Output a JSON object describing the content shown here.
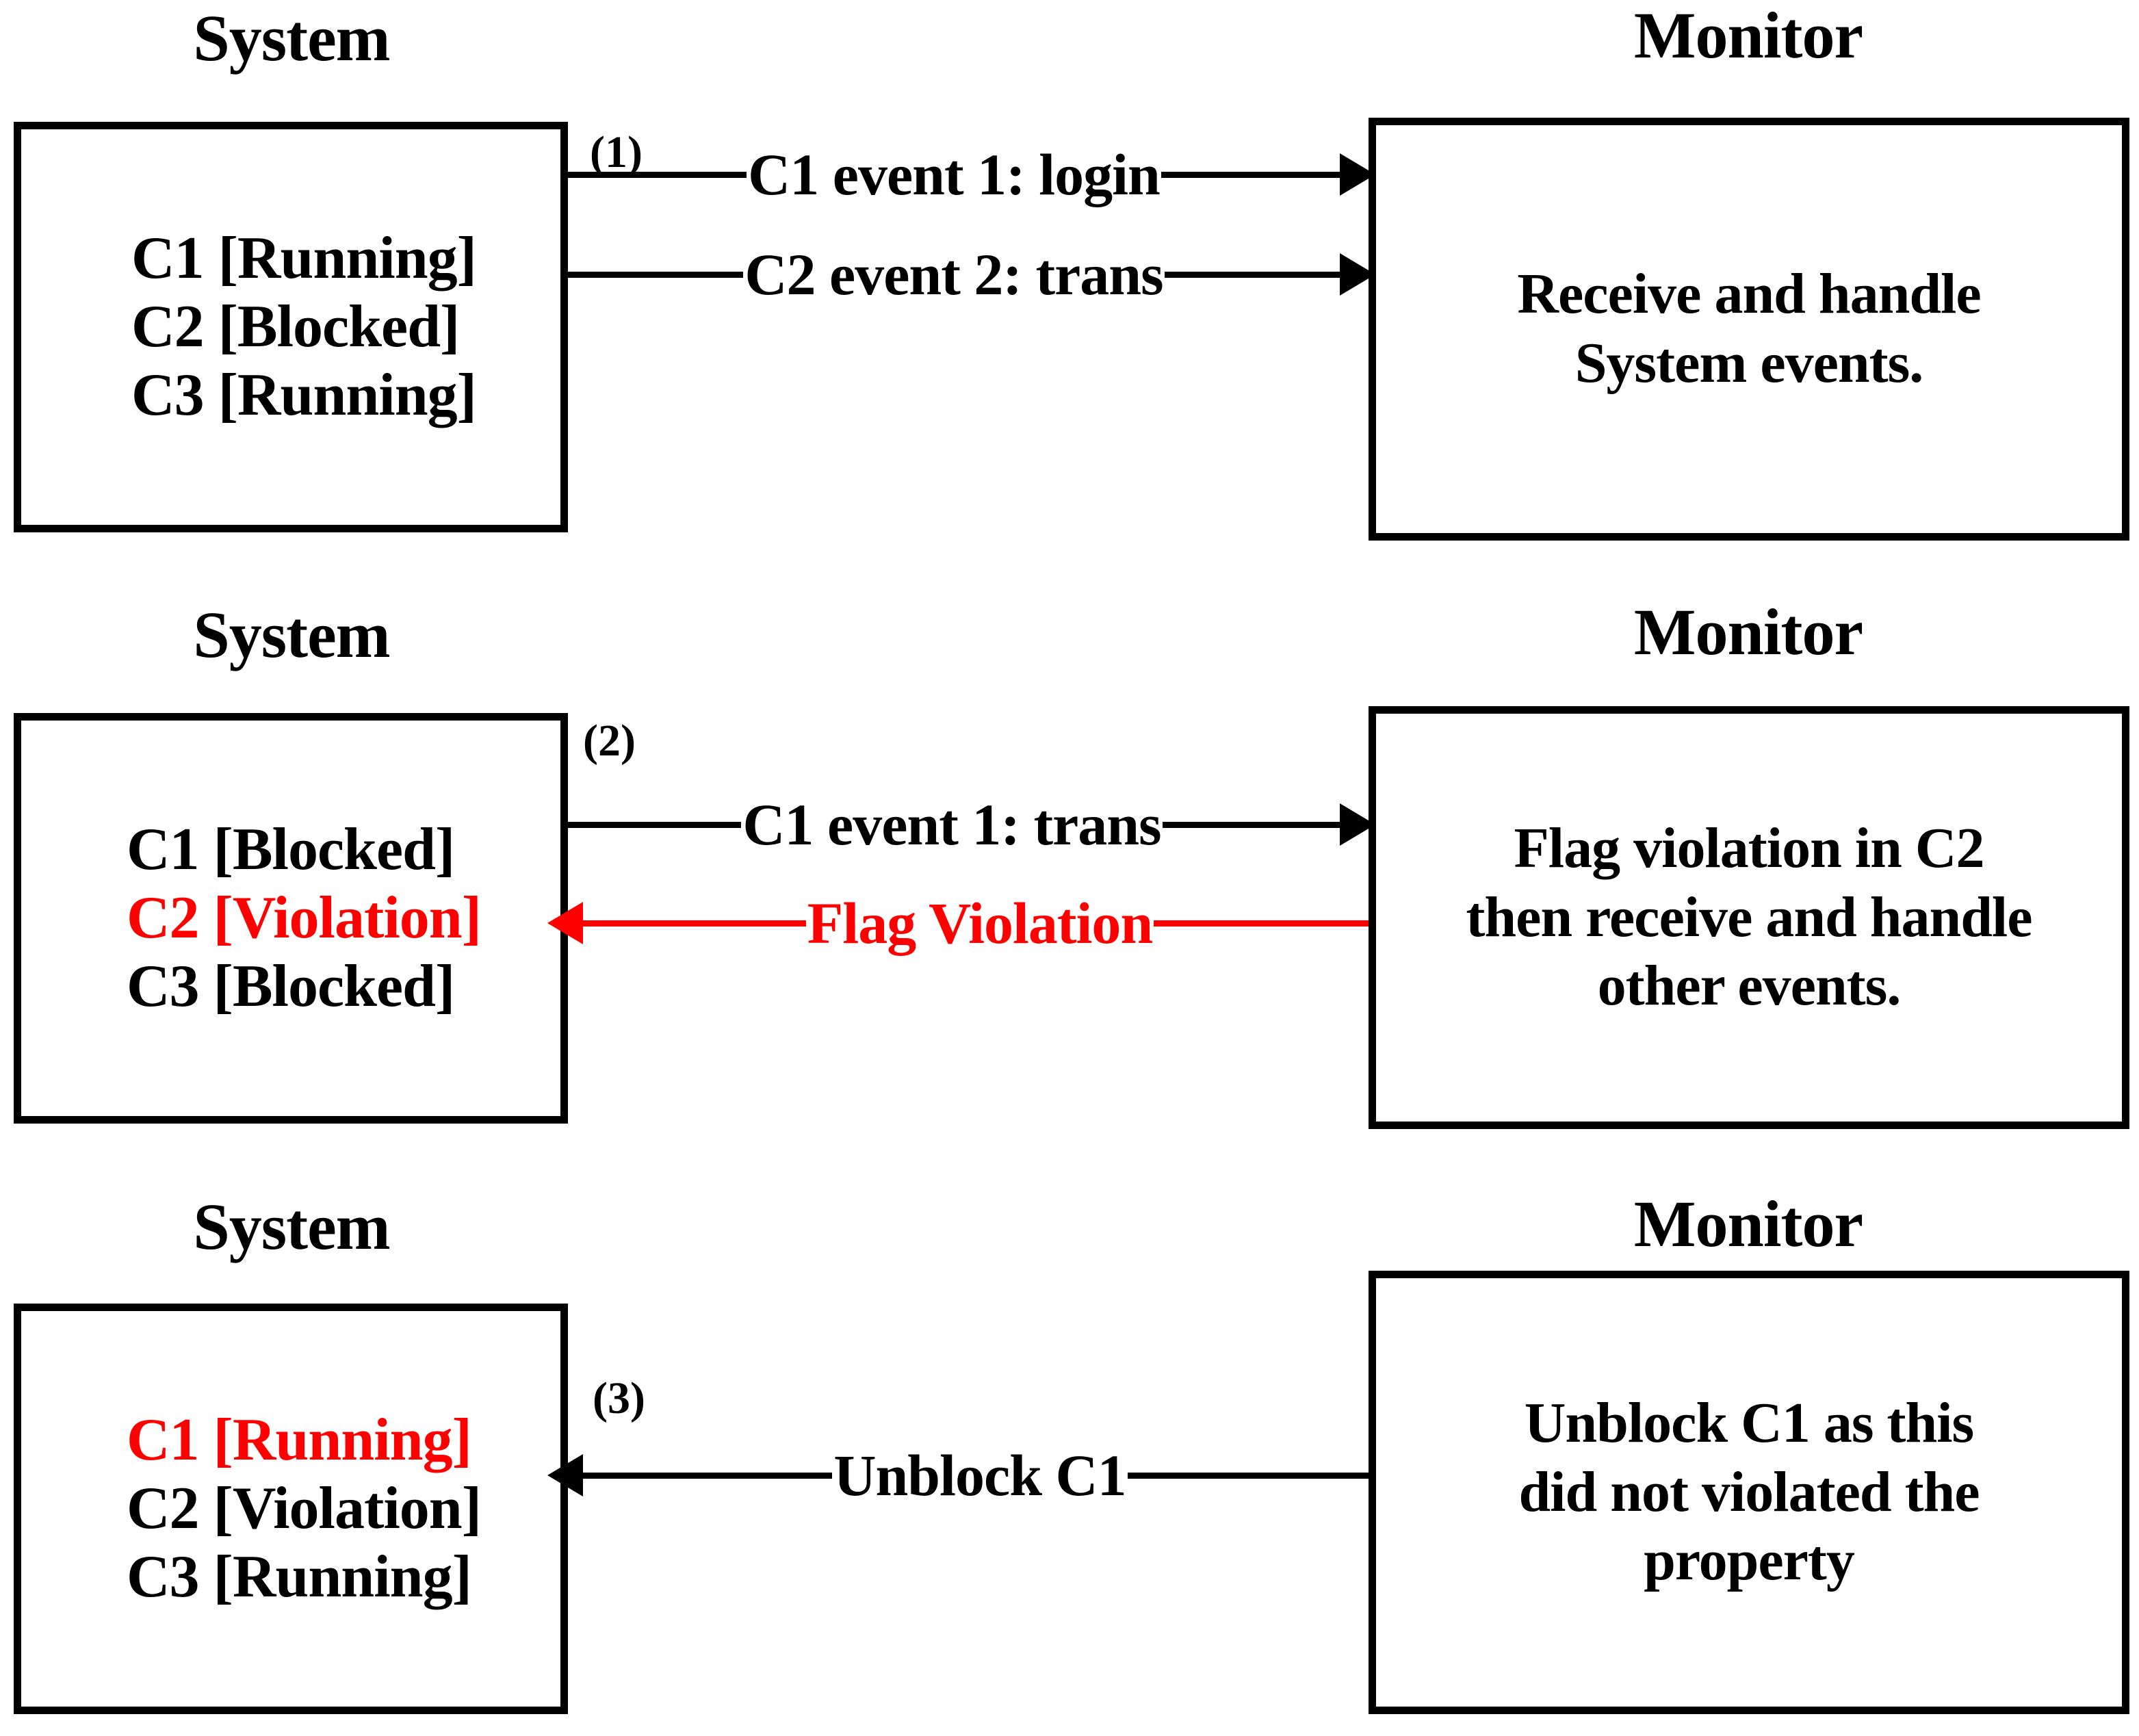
{
  "colors": {
    "line": "#000000",
    "accent_red": "#FF0000",
    "background": "#FFFFFF"
  },
  "headings": {
    "system": "System",
    "monitor": "Monitor"
  },
  "panels": [
    {
      "step": "(1)",
      "system_states": [
        {
          "text": "C1 [Running]",
          "color": "black"
        },
        {
          "text": "C2 [Blocked]",
          "color": "black"
        },
        {
          "text": "C3 [Running]",
          "color": "black"
        }
      ],
      "messages": [
        {
          "label": "C1 event 1: login",
          "direction": "right",
          "color": "black"
        },
        {
          "label": "C2 event 2: trans",
          "direction": "right",
          "color": "black"
        }
      ],
      "monitor_text": "Receive and handle\nSystem events."
    },
    {
      "step": "(2)",
      "system_states": [
        {
          "text": "C1 [Blocked]",
          "color": "black"
        },
        {
          "text": "C2 [Violation]",
          "color": "red"
        },
        {
          "text": "C3 [Blocked]",
          "color": "black"
        }
      ],
      "messages": [
        {
          "label": "C1 event 1: trans",
          "direction": "right",
          "color": "black"
        },
        {
          "label": "Flag Violation",
          "direction": "left",
          "color": "red"
        }
      ],
      "monitor_text": "Flag violation in C2\nthen receive and handle\nother events."
    },
    {
      "step": "(3)",
      "system_states": [
        {
          "text": "C1 [Running]",
          "color": "red"
        },
        {
          "text": "C2 [Violation]",
          "color": "black"
        },
        {
          "text": "C3 [Running]",
          "color": "black"
        }
      ],
      "messages": [
        {
          "label": "Unblock C1",
          "direction": "left",
          "color": "black"
        }
      ],
      "monitor_text": "Unblock C1 as this\ndid not violated the\nproperty"
    }
  ]
}
